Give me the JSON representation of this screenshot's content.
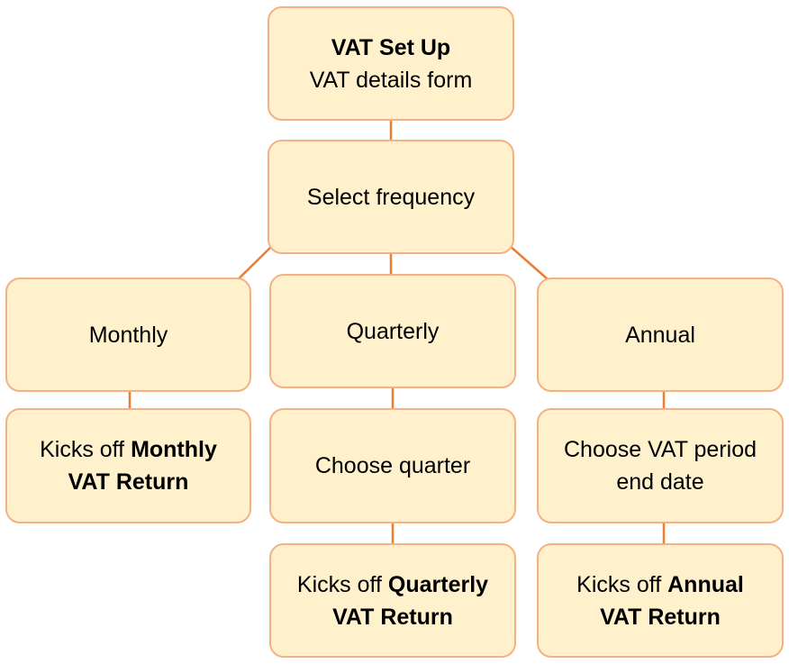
{
  "colors": {
    "box_fill": "#fff1cc",
    "box_border": "#f4b183",
    "arrow": "#ed7d31"
  },
  "nodes": {
    "vat_setup": {
      "title": "VAT Set Up",
      "subtitle": "VAT details form"
    },
    "select_frequency": {
      "label": "Select frequency"
    },
    "monthly": {
      "label": "Monthly"
    },
    "quarterly": {
      "label": "Quarterly"
    },
    "annual": {
      "label": "Annual"
    },
    "kicks_monthly": {
      "prefix": "Kicks off ",
      "bold1": "Monthly",
      "bold2": "VAT Return"
    },
    "choose_quarter": {
      "label": "Choose quarter"
    },
    "choose_period": {
      "line1": "Choose VAT period",
      "line2": "end date"
    },
    "kicks_quarterly": {
      "prefix": "Kicks off ",
      "bold1": "Quarterly",
      "bold2": "VAT Return"
    },
    "kicks_annual": {
      "prefix": "Kicks off ",
      "bold1": "Annual",
      "bold2": "VAT Return"
    }
  }
}
